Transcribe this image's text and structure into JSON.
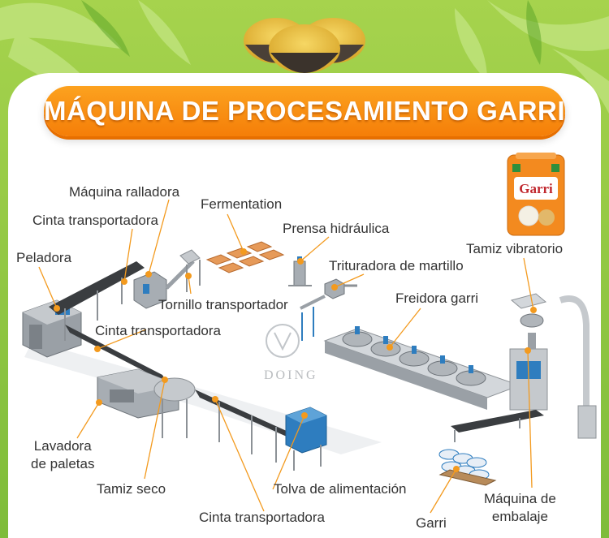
{
  "title": "MÁQUINA DE PROCESAMIENTO GARRI",
  "brand": "DOING",
  "bag": {
    "brand": "Garri"
  },
  "labels": {
    "rallador": "Máquina ralladora",
    "fermentation": "Fermentation",
    "cinta1": "Cinta transportadora",
    "prensa": "Prensa hidráulica",
    "peladora": "Peladora",
    "tamiz_vibratorio": "Tamiz vibratorio",
    "trituradora": "Trituradora de martillo",
    "tornillo": "Tornillo transportador",
    "freidora": "Freidora garri",
    "cinta2": "Cinta transportadora",
    "lavadora_1": "Lavadora",
    "lavadora_2": "de paletas",
    "tamiz_seco": "Tamiz seco",
    "tolva": "Tolva de alimentación",
    "maquina_emb_1": "Máquina de",
    "maquina_emb_2": "embalaje",
    "garri": "Garri",
    "cinta3": "Cinta transportadora"
  },
  "colors": {
    "banner": "#f7890f",
    "background_green": "#8cc63f",
    "leader_line": "#f39a1e",
    "machine_gray": "#8c9196",
    "conveyor_dark": "#3a3d40"
  }
}
